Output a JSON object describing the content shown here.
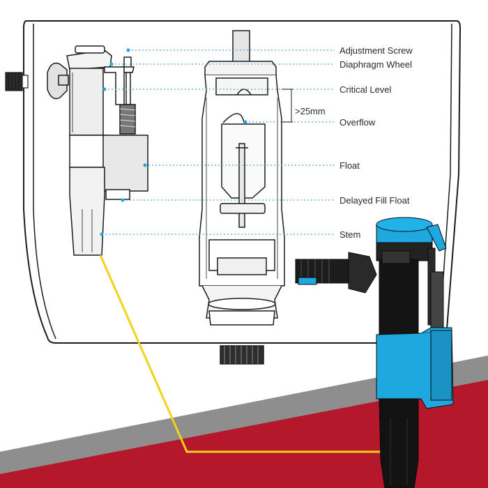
{
  "callouts": [
    {
      "id": "adjustment-screw",
      "label": "Adjustment Screw"
    },
    {
      "id": "diaphragm-wheel",
      "label": "Diaphragm Wheel"
    },
    {
      "id": "critical-level",
      "label": "Critical Level"
    },
    {
      "id": "overflow",
      "label": "Overflow"
    },
    {
      "id": "float",
      "label": "Float"
    },
    {
      "id": "delayed-fill-float",
      "label": "Delayed Fill Float"
    },
    {
      "id": "stem",
      "label": "Stem"
    }
  ],
  "dimension": {
    "label": ">25mm"
  },
  "colors": {
    "leader_line": "#5aa6d6",
    "pointer_line": "#f2d21b",
    "accent_blue": "#1fa8e0",
    "red_band": "#b5182a",
    "grey_band": "#8e8e8e",
    "outline": "#1b1b1b",
    "part_fill": "#eeeeee",
    "dark_part": "#1c1c1c"
  }
}
